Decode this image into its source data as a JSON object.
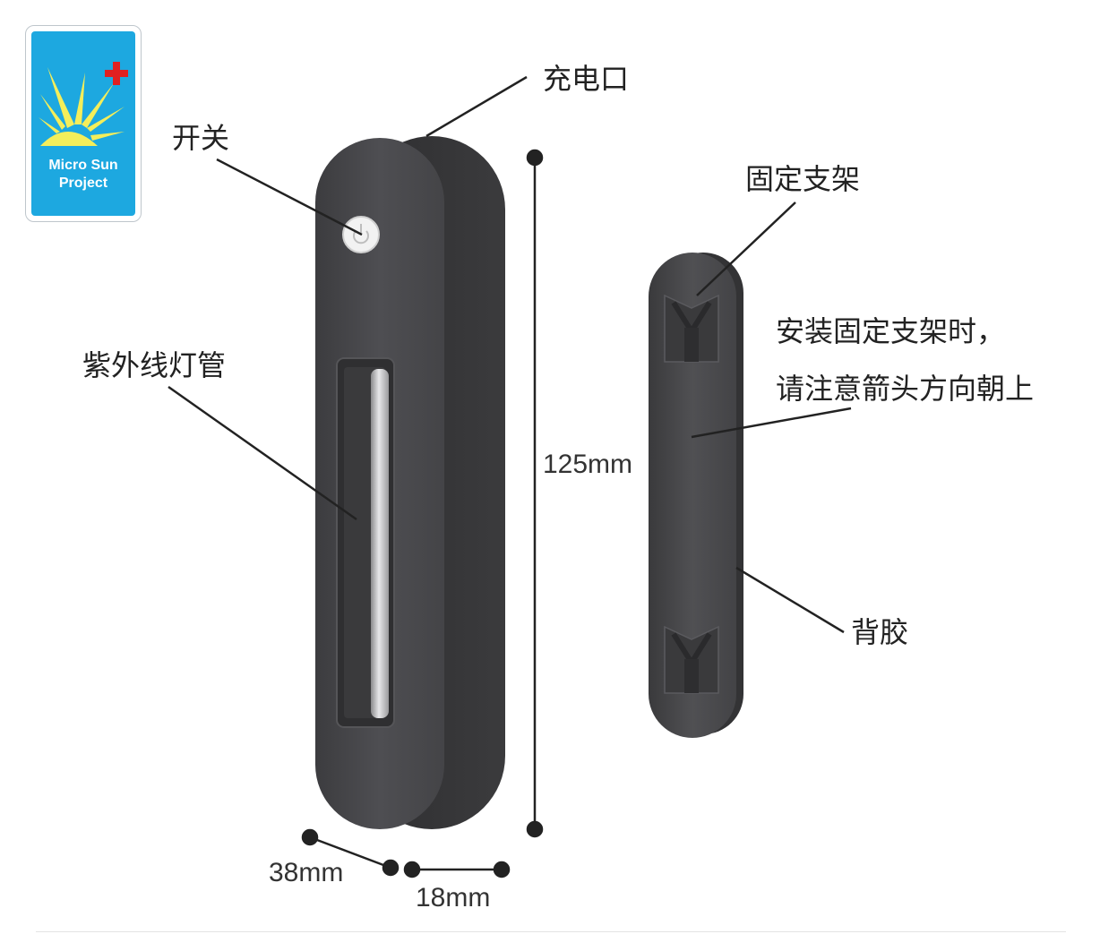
{
  "logo": {
    "line1": "Micro Sun",
    "line2": "Project",
    "colors": {
      "background": "#1da8e0",
      "sun": "#f4ee5a",
      "cross": "#e02020"
    }
  },
  "labels": {
    "charge_port": "充电口",
    "switch": "开关",
    "uv_tube": "紫外线灯管",
    "bracket": "固定支架",
    "install_note_line1": "安装固定支架时，",
    "install_note_line2": "请注意箭头方向朝上",
    "adhesive": "背胶"
  },
  "dimensions": {
    "height": "125mm",
    "width": "38mm",
    "depth": "18mm"
  },
  "colors": {
    "device_body": "#4a4a4d",
    "device_side": "#3a3a3c",
    "bracket_body": "#4d4d50",
    "leader_line": "#222222"
  }
}
